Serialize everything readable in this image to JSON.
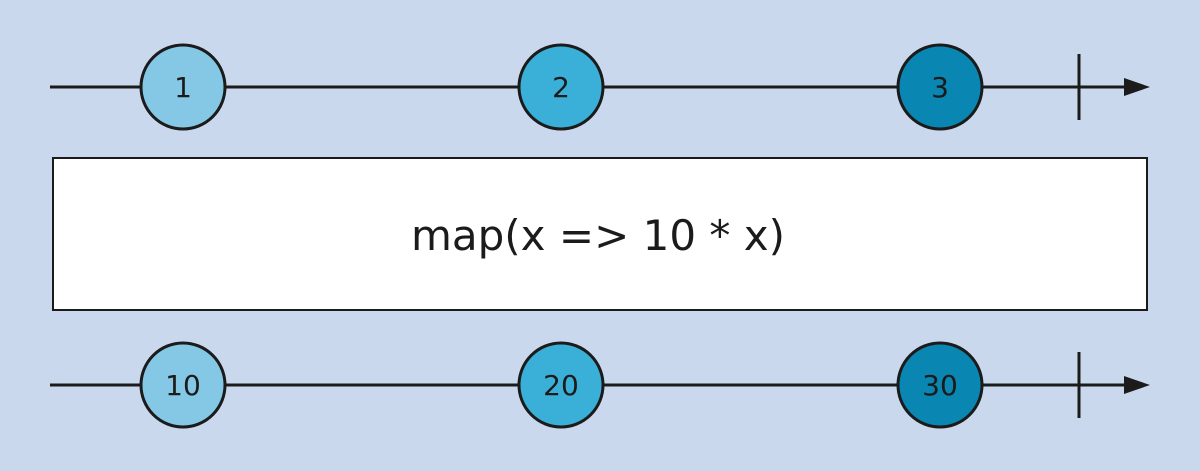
{
  "colors": {
    "background": "#cad8ee",
    "line": "#1b1b1b",
    "marble_light": "#85c8e6",
    "marble_mid": "#3ab0d8",
    "marble_dark": "#0a86b3"
  },
  "input_stream": {
    "marbles": [
      {
        "label": "1",
        "color": "#85c8e6"
      },
      {
        "label": "2",
        "color": "#3ab0d8"
      },
      {
        "label": "3",
        "color": "#0a86b3"
      }
    ],
    "completed": true
  },
  "operator": {
    "label": "map(x => 10 * x)"
  },
  "output_stream": {
    "marbles": [
      {
        "label": "10",
        "color": "#85c8e6"
      },
      {
        "label": "20",
        "color": "#3ab0d8"
      },
      {
        "label": "30",
        "color": "#0a86b3"
      }
    ],
    "completed": true
  }
}
